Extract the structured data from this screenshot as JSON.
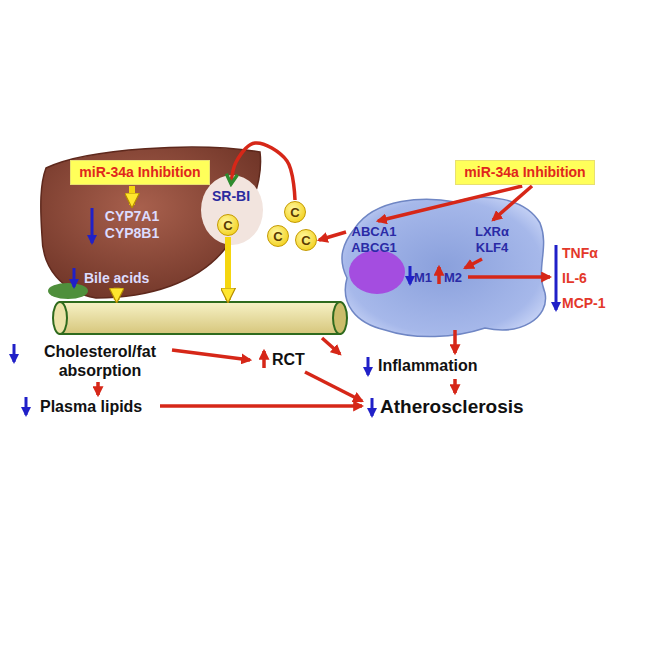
{
  "diagram": {
    "nodes": [
      {
        "text": [
          "miR-34a Inhibition"
        ]
      },
      {
        "text": [
          "miR-34a Inhibition"
        ]
      },
      {
        "text": [
          "CYP7A1 CYP8B1",
          "Bile acids",
          "SR-BI"
        ]
      },
      {
        "text": [
          "C"
        ],
        "in": 2
      },
      {
        "text": [
          "ABCA1 ABCG1",
          "LXRα KLF4",
          "M1",
          "M2"
        ]
      },
      {
        "text": [
          "C"
        ]
      },
      {
        "text": [
          "C"
        ]
      },
      {
        "text": [
          "C"
        ]
      },
      {
        "text": [
          "Cholesterol/fat absorption"
        ]
      }
    ],
    "edges": [
      {
        "from": 0,
        "to": 2,
        "arrow": "to"
      },
      {
        "from": 1,
        "to": 4,
        "arrow": "to"
      },
      {
        "from": 4,
        "to": 7,
        "arrow": "to"
      },
      {
        "from": 5,
        "to": 2,
        "arrow": "to"
      },
      {
        "from": 2,
        "to": 8,
        "arrow": "to"
      },
      {
        "from": 3,
        "to": 8,
        "arrow": "to"
      }
    ],
    "labels": [
      "RCT",
      "Plasma lipids",
      "Inflammation",
      "Atherosclerosis",
      "TNFα",
      "IL-6",
      "MCP-1"
    ]
  }
}
